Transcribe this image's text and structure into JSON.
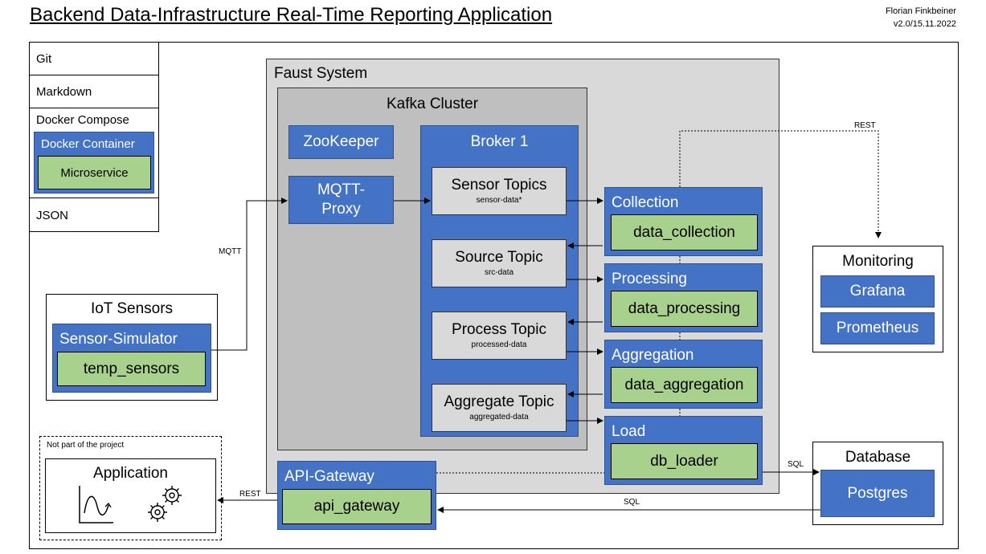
{
  "header": {
    "title": "Backend Data-Infrastructure Real-Time Reporting Application",
    "author": "Florian Finkbeiner",
    "version": "v2.0/15.11.2022"
  },
  "legend": {
    "git": "Git",
    "markdown": "Markdown",
    "docker_compose": "Docker Compose",
    "docker_container": "Docker Container",
    "microservice": "Microservice",
    "json": "JSON"
  },
  "faust": {
    "title": "Faust System",
    "kafka": {
      "title": "Kafka Cluster",
      "zookeeper": "ZooKeeper",
      "mqtt_proxy": "MQTT-\nProxy",
      "broker": {
        "title": "Broker 1",
        "topics": [
          {
            "name": "Sensor Topics",
            "sub": "sensor-data*"
          },
          {
            "name": "Source Topic",
            "sub": "src-data"
          },
          {
            "name": "Process Topic",
            "sub": "processed-data"
          },
          {
            "name": "Aggregate Topic",
            "sub": "aggregated-data"
          }
        ]
      }
    },
    "services": [
      {
        "name": "Collection",
        "service": "data_collection"
      },
      {
        "name": "Processing",
        "service": "data_processing"
      },
      {
        "name": "Aggregation",
        "service": "data_aggregation"
      },
      {
        "name": "Load",
        "service": "db_loader"
      }
    ],
    "api_gateway": {
      "name": "API-Gateway",
      "service": "api_gateway"
    }
  },
  "iot": {
    "title": "IoT Sensors",
    "simulator": "Sensor-Simulator",
    "service": "temp_sensors"
  },
  "monitoring": {
    "title": "Monitoring",
    "items": [
      "Grafana",
      "Prometheus"
    ]
  },
  "database": {
    "title": "Database",
    "item": "Postgres"
  },
  "application": {
    "note": "Not part of the project",
    "title": "Application"
  },
  "edges": {
    "mqtt": "MQTT",
    "rest_top": "REST",
    "rest_bottom": "REST",
    "sql_top": "SQL",
    "sql_bottom": "SQL"
  },
  "colors": {
    "container_blue": "#4472c4",
    "microservice_green": "#a9d18e",
    "faust_gray": "#d9d9d9",
    "kafka_gray": "#bfbfbf"
  }
}
